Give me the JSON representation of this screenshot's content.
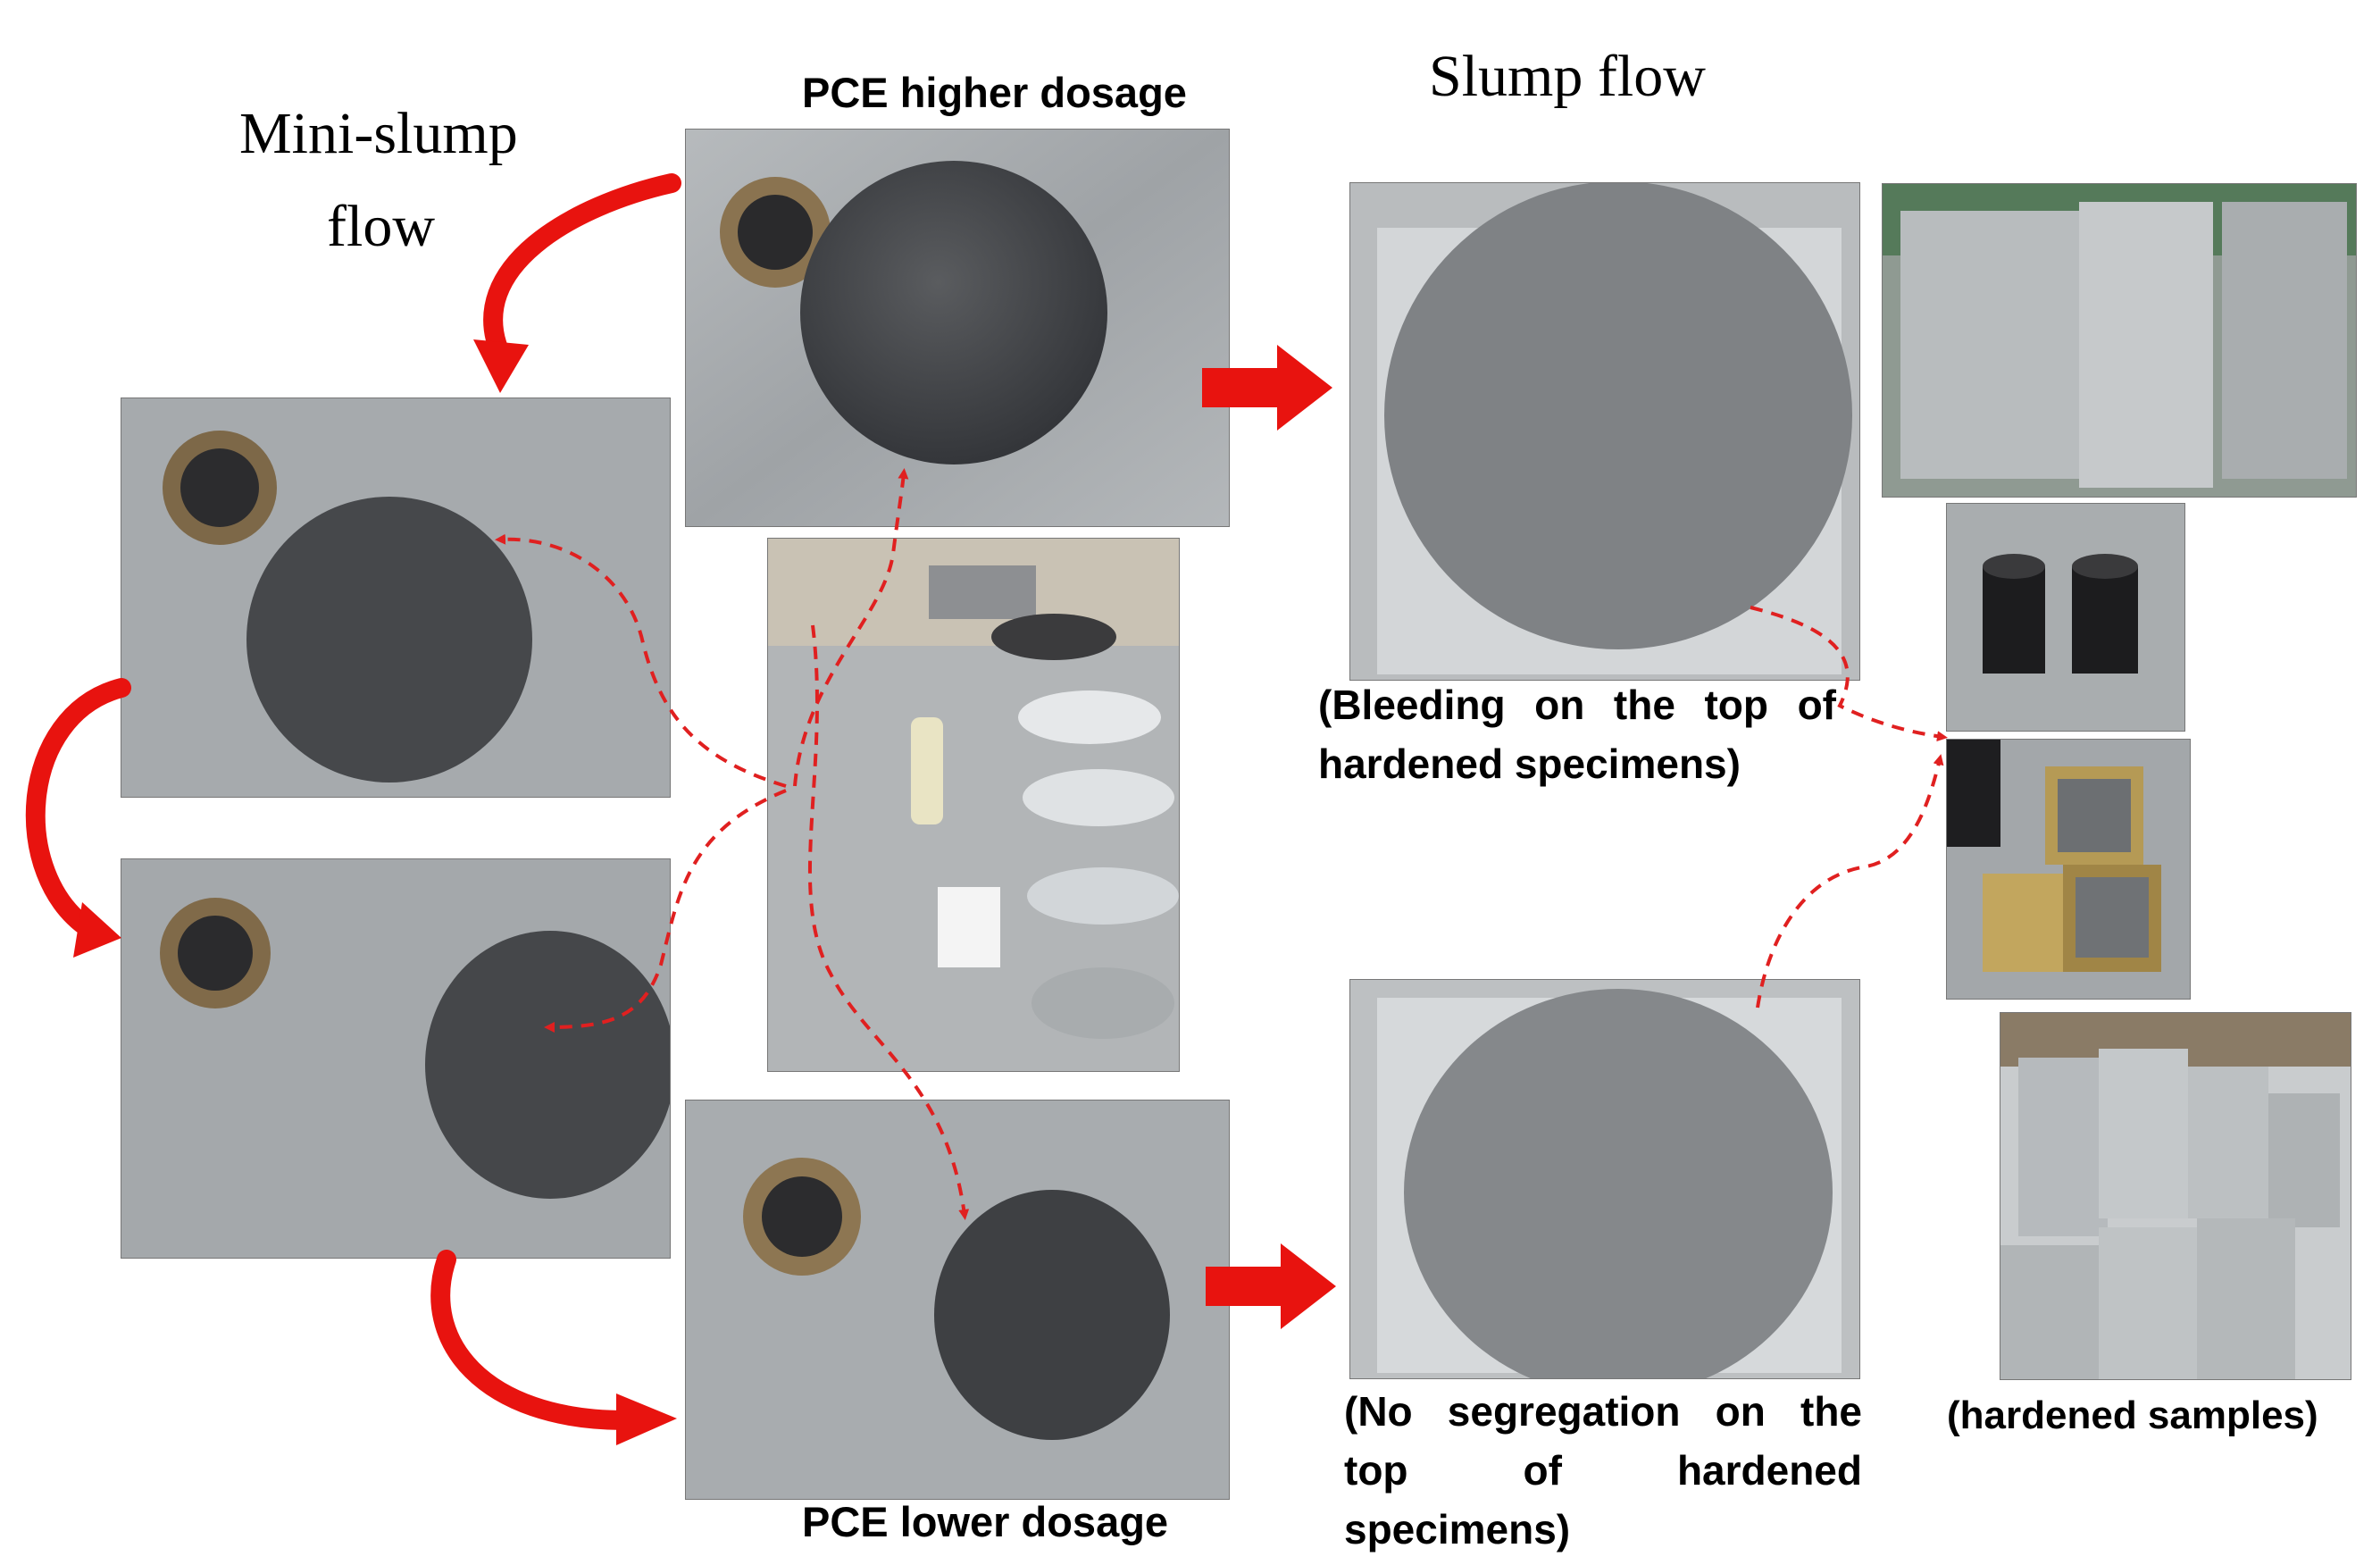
{
  "labels": {
    "mini_slump_line1": "Mini-slump",
    "mini_slump_line2": "flow",
    "slump_flow": "Slump flow",
    "pce_higher": "PCE higher dosage",
    "pce_lower": "PCE lower dosage",
    "bleeding_line1": "(Bleeding on the top of",
    "bleeding_line2": "hardened specimens)",
    "no_seg_line1": "(No segregation on the",
    "no_seg_line2": "top of hardened",
    "no_seg_line3": "specimens)",
    "hardened_samples": "(hardened samples)"
  },
  "colors": {
    "arrow_red": "#e8130f",
    "dashed_red": "#e02020",
    "steel_plate": "#a7abae",
    "concrete_dark": "#4a4c4e",
    "concrete_light": "#8a8d90",
    "brass_cone": "#8a7350"
  },
  "icons": {
    "curved_arrow": "curved-red-arrow",
    "block_arrow": "red-block-arrow",
    "dashed_arrow": "dashed-red-arrow"
  }
}
